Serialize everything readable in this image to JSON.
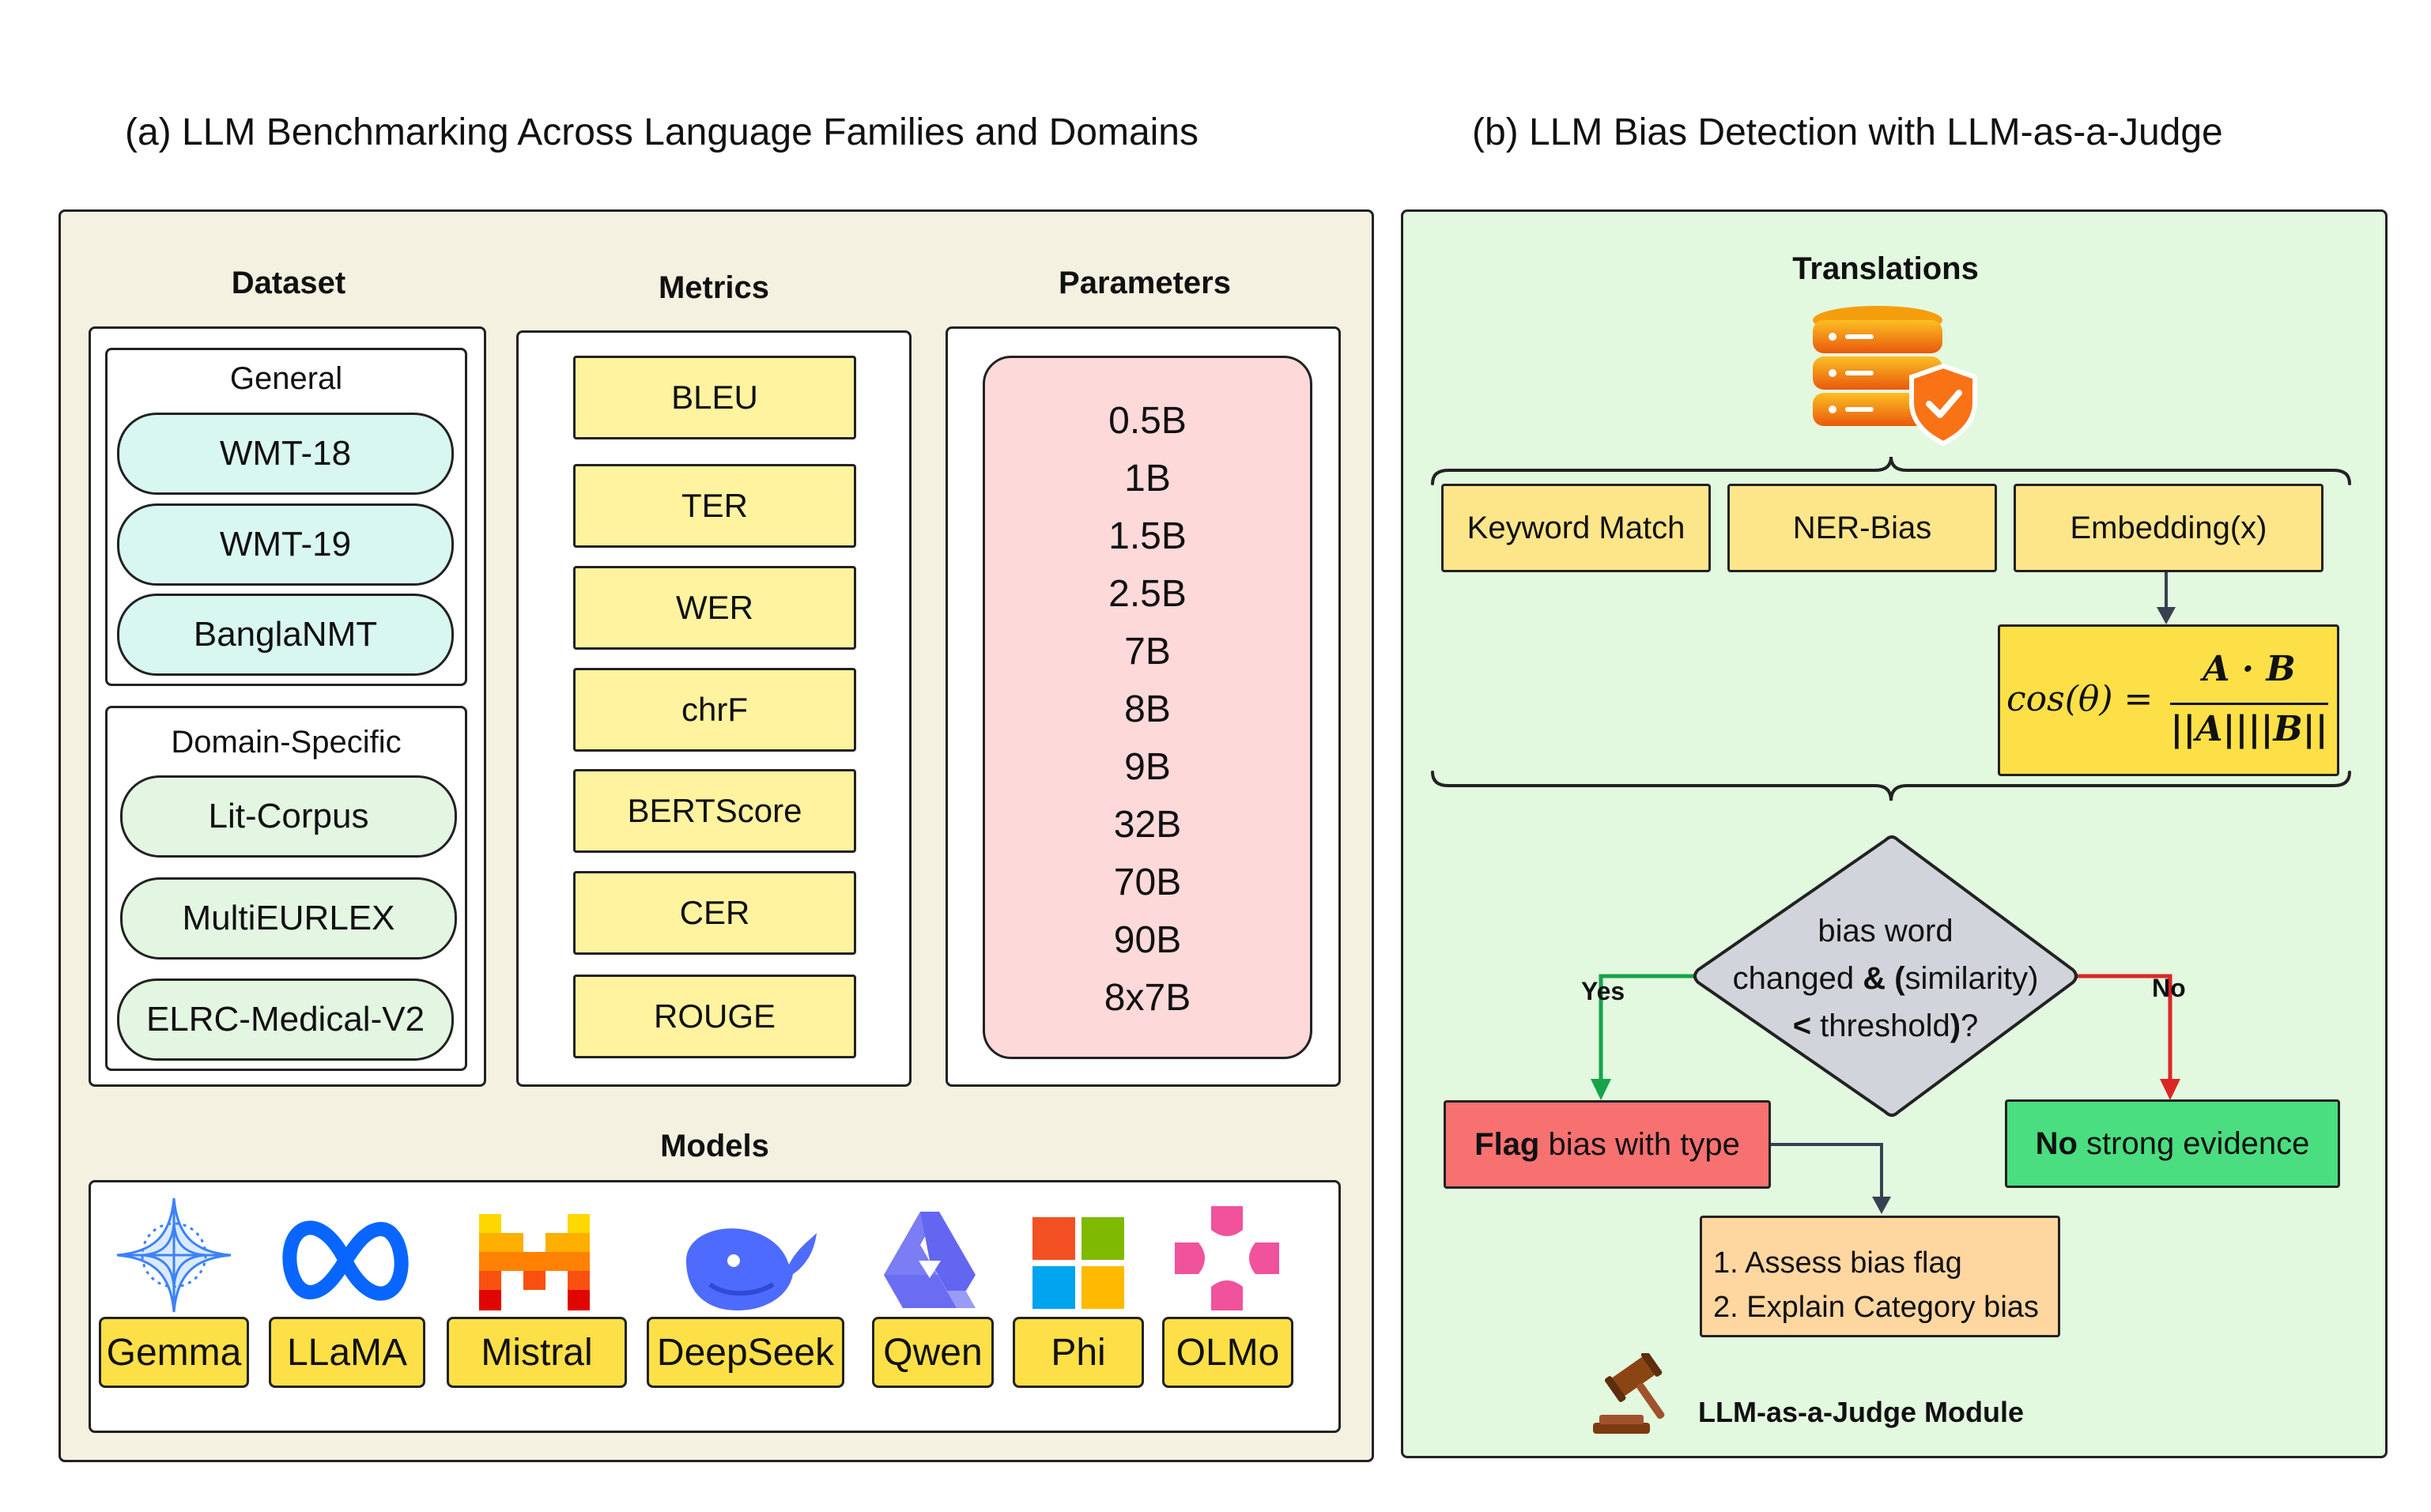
{
  "panel_a": {
    "title": "(a) LLM Benchmarking Across Language Families and Domains",
    "dataset": {
      "heading": "Dataset",
      "general_label": "General",
      "general_items": [
        "WMT-18",
        "WMT-19",
        "BanglaNMT"
      ],
      "domain_label": "Domain-Specific",
      "domain_items": [
        "Lit-Corpus",
        "MultiEURLEX",
        "ELRC-Medical-V2"
      ]
    },
    "metrics": {
      "heading": "Metrics",
      "items": [
        "BLEU",
        "TER",
        "WER",
        "chrF",
        "BERTScore",
        "CER",
        "ROUGE"
      ]
    },
    "parameters": {
      "heading": "Parameters",
      "items": [
        "0.5B",
        "1B",
        "1.5B",
        "2.5B",
        "7B",
        "8B",
        "9B",
        "32B",
        "70B",
        "90B",
        "8x7B"
      ]
    },
    "models": {
      "heading": "Models",
      "items": [
        {
          "label": "Gemma",
          "icon": "gemma-sparkle-icon"
        },
        {
          "label": "LLaMA",
          "icon": "meta-infinity-icon"
        },
        {
          "label": "Mistral",
          "icon": "mistral-m-icon"
        },
        {
          "label": "DeepSeek",
          "icon": "deepseek-whale-icon"
        },
        {
          "label": "Qwen",
          "icon": "qwen-hexagon-icon"
        },
        {
          "label": "Phi",
          "icon": "microsoft-squares-icon"
        },
        {
          "label": "OLMo",
          "icon": "olmo-cross-icon"
        }
      ]
    }
  },
  "panel_b": {
    "title": "(b) LLM Bias Detection with LLM-as-a-Judge",
    "translations_label": "Translations",
    "methods": [
      "Keyword Match",
      "NER-Bias",
      "Embedding(x)"
    ],
    "formula": {
      "lhs": "cos(θ) =",
      "numerator": "A · B",
      "denominator": "||A||||B||"
    },
    "decision": {
      "line1": "bias word",
      "line2_pre": "changed ",
      "line2_bold": "& (",
      "line2_post": "similarity",
      "line3_bold1": "<",
      "line3_mid": " threshold",
      "line3_bold2": ")",
      "line3_post": "?"
    },
    "yes_label": "Yes",
    "no_label": "No",
    "flag_box": {
      "bold": "Flag",
      "rest": " bias with type"
    },
    "no_box": {
      "bold": "No",
      "rest": " strong evidence"
    },
    "judge_steps": [
      "1.  Assess bias flag",
      "2. Explain Category bias"
    ],
    "judge_module_label": "LLM-as-a-Judge Module"
  },
  "colors": {
    "panel_a_bg": "#f5f1e1",
    "panel_b_bg": "#e2f8df",
    "param_bg": "#fdd9da",
    "yes_arrow": "#16a34a",
    "no_arrow": "#dc2626",
    "flag_bg": "#f87171",
    "no_evidence_bg": "#4ade80",
    "judge_bg": "#fed7a0",
    "decision_bg": "#d1d5db"
  }
}
